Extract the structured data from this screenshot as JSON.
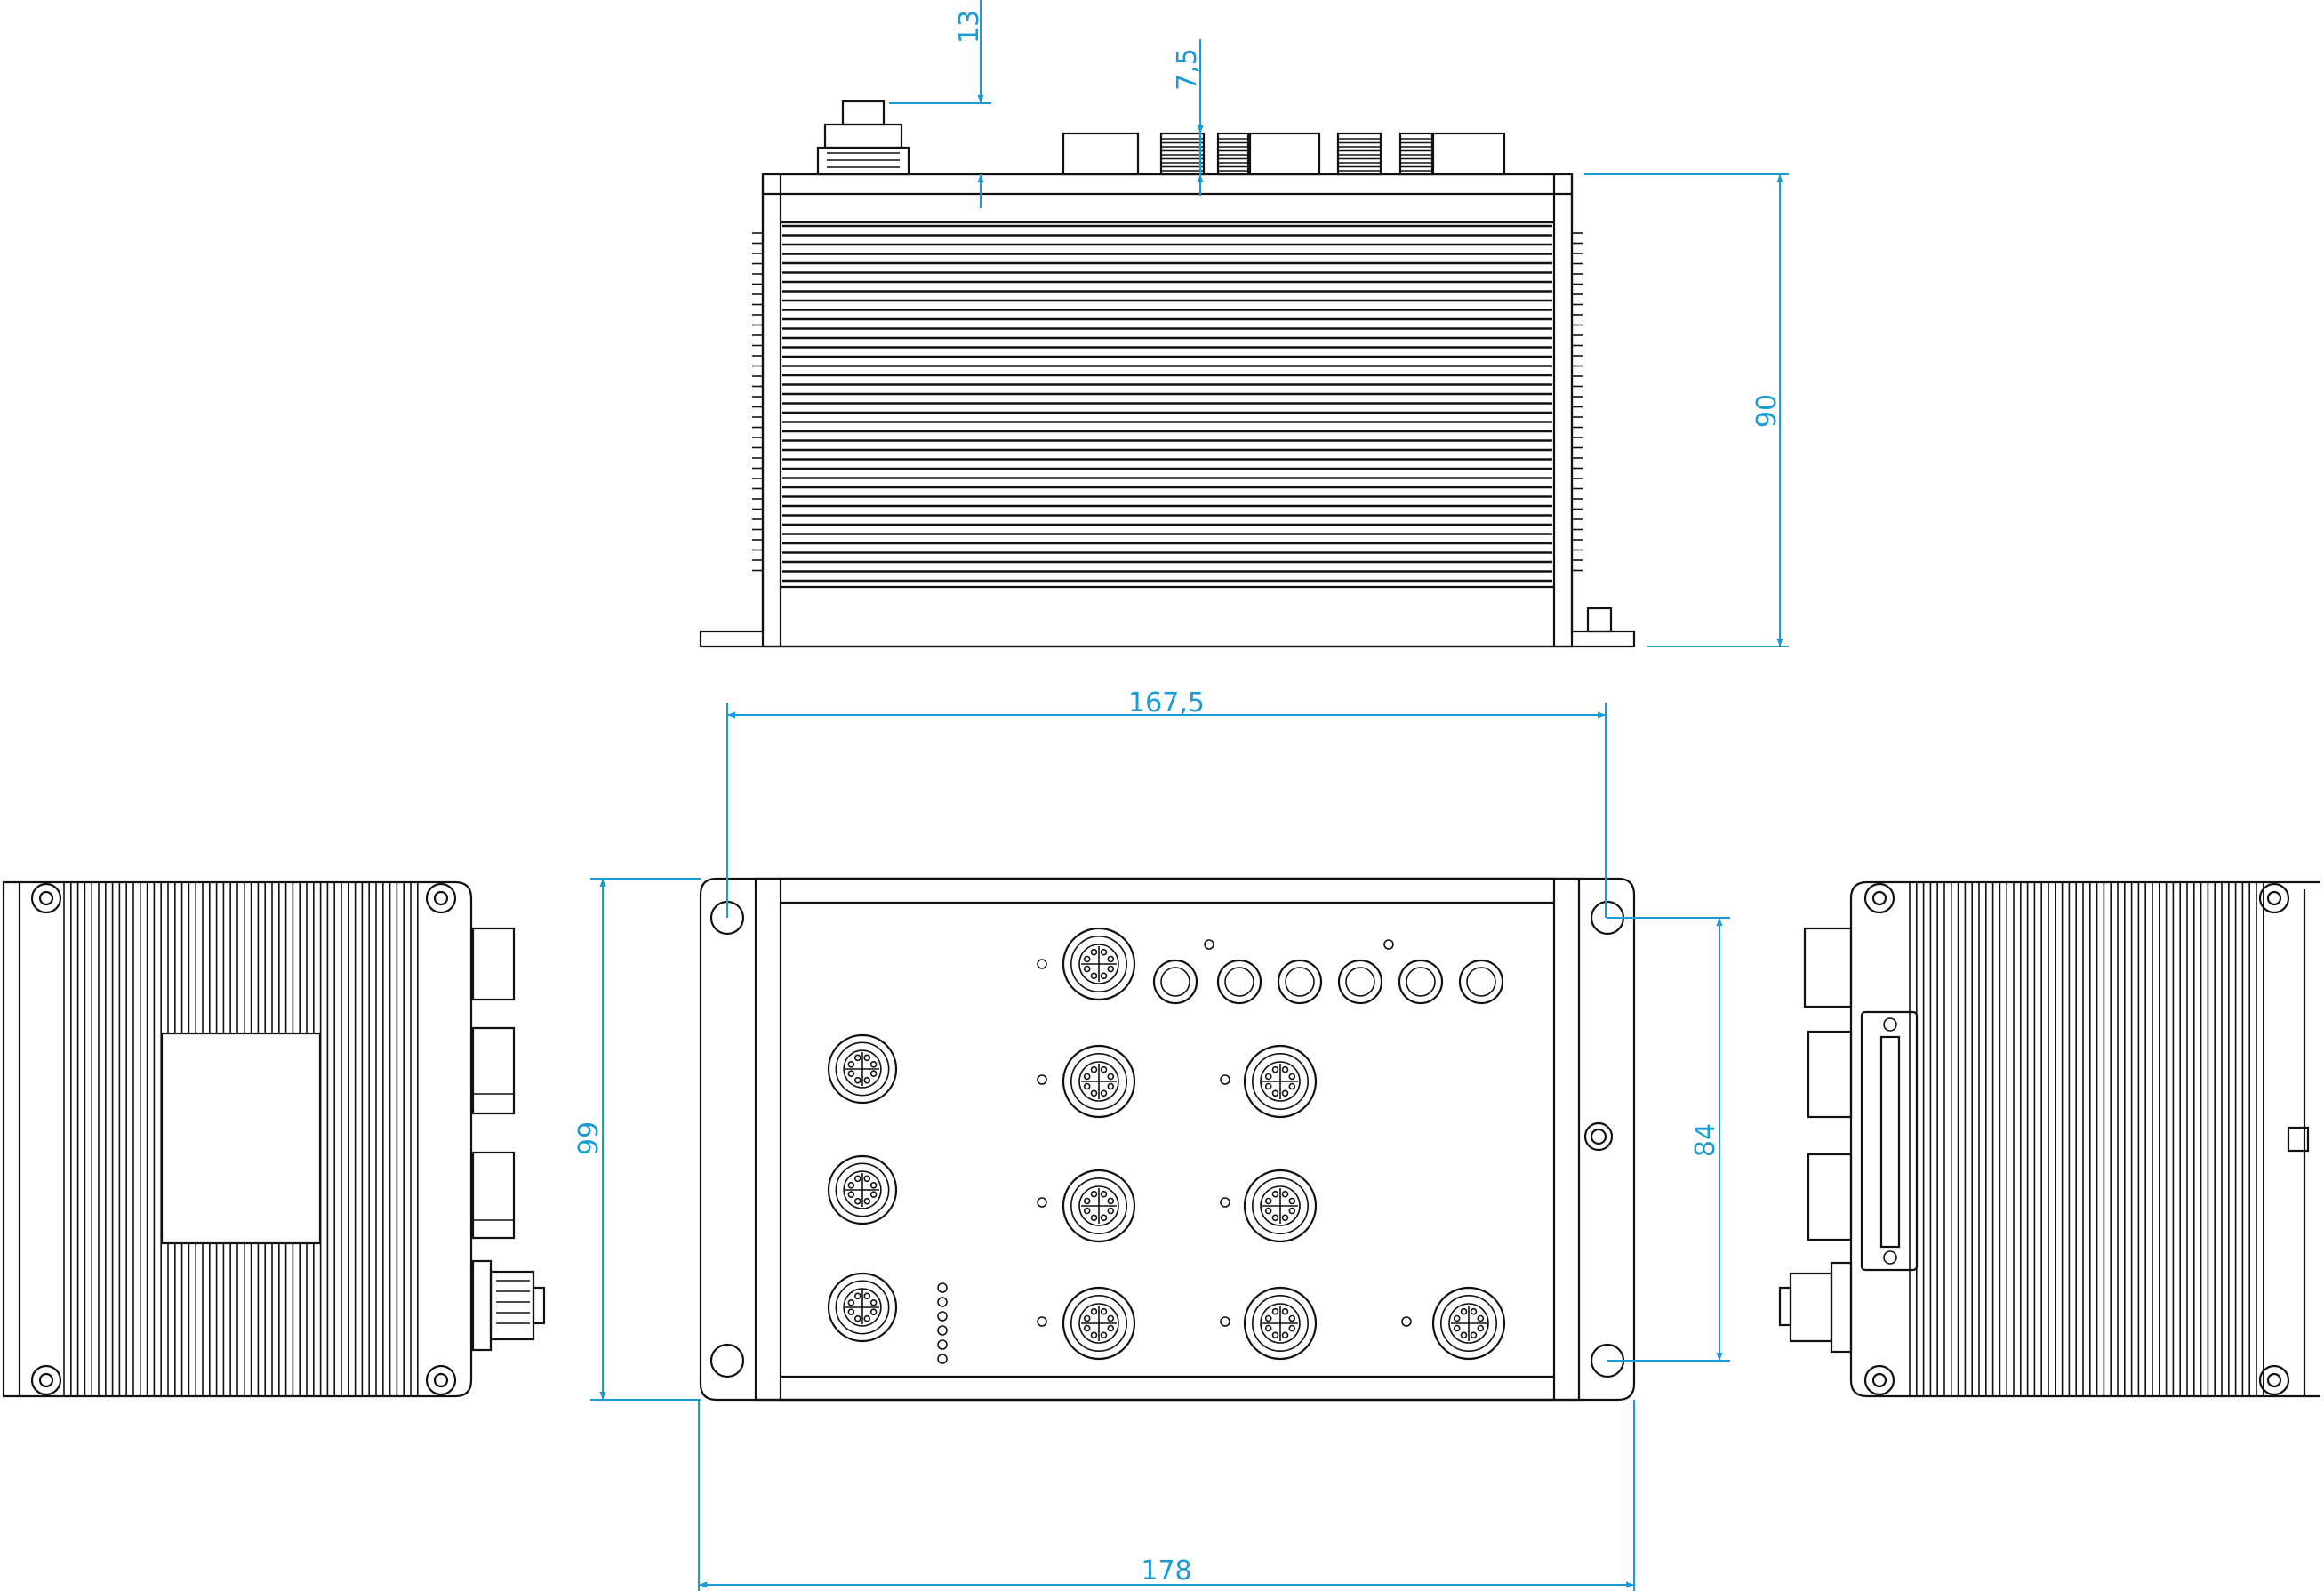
{
  "colors": {
    "outline": "#111111",
    "dimension": "#1a9bd6",
    "background": "#ffffff"
  },
  "dimensions": {
    "top_connector_height": "13",
    "connector_offset": "7,5",
    "height": "90",
    "hole_spacing_width": "167,5",
    "width": "178",
    "depth": "99",
    "hole_spacing_depth": "84"
  },
  "views": [
    "front-elevation",
    "top-plan",
    "left-side",
    "right-side"
  ]
}
